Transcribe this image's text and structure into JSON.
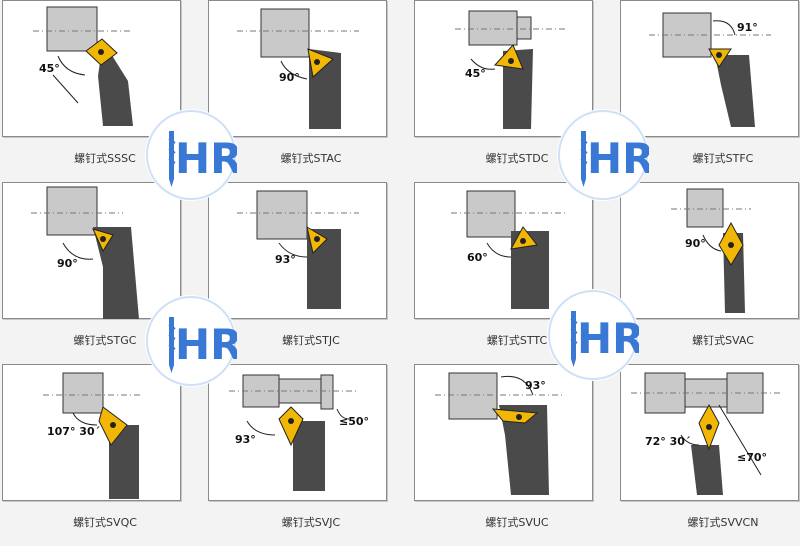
{
  "colors": {
    "insert": "#f2b705",
    "body": "#4a4a4a",
    "holder": "#c9c9c9",
    "logo": "#3a78d6"
  },
  "logo_text": "HR",
  "items": [
    {
      "caption": "螺钉式SSSC",
      "angles": [
        "45°"
      ]
    },
    {
      "caption": "螺钉式STAC",
      "angles": [
        "90°"
      ]
    },
    {
      "caption": "螺钉式STDC",
      "angles": [
        "45°"
      ]
    },
    {
      "caption": "螺钉式STFC",
      "angles": [
        "91°"
      ]
    },
    {
      "caption": "螺钉式STGC",
      "angles": [
        "90°"
      ]
    },
    {
      "caption": "螺钉式STJC",
      "angles": [
        "93°"
      ]
    },
    {
      "caption": "螺钉式STTC",
      "angles": [
        "60°"
      ]
    },
    {
      "caption": "螺钉式SVAC",
      "angles": [
        "90°"
      ]
    },
    {
      "caption": "螺钉式SVQC",
      "angles": [
        "107°  30´"
      ]
    },
    {
      "caption": "螺钉式SVJC",
      "angles": [
        "93°",
        "≤50°"
      ]
    },
    {
      "caption": "螺钉式SVUC",
      "angles": [
        "93°"
      ]
    },
    {
      "caption": "螺钉式SVVCN",
      "angles": [
        "72°  30´",
        "≤70°"
      ]
    }
  ]
}
